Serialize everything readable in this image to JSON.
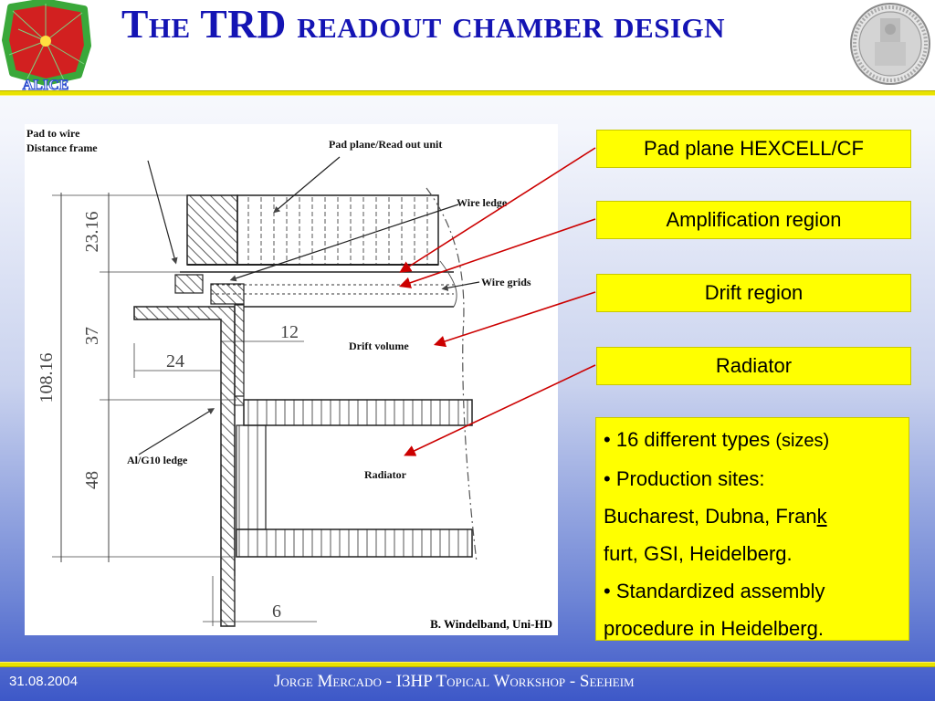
{
  "slide": {
    "title": "The TRD readout chamber design",
    "logo_text": "ALICE",
    "credit": "B. Windelband, Uni-HD"
  },
  "drawing": {
    "labels": {
      "pad_to_wire_1": "Pad to wire",
      "pad_to_wire_2": "Distance frame",
      "pad_plane": "Pad plane/Read out unit",
      "wire_ledge": "Wire ledge",
      "wire_grids": "Wire grids",
      "drift_volume": "Drift volume",
      "al_ledge": "Al/G10 ledge",
      "radiator": "Radiator"
    },
    "dimensions": {
      "d_23_16": "23.16",
      "d_37": "37",
      "d_108_16": "108.16",
      "d_48": "48",
      "d_12": "12",
      "d_24": "24",
      "d_6": "6"
    }
  },
  "callouts": [
    {
      "label": "Pad plane HEXCELL/CF"
    },
    {
      "label": "Amplification region"
    },
    {
      "label": "Drift region"
    },
    {
      "label": "Radiator"
    }
  ],
  "info": {
    "line1_main": "16 different types",
    "line1_small": "(sizes)",
    "line2": "Production sites:",
    "line3_a": "Bucharest, Dubna, Fran",
    "line3_u": "k",
    "line4": "furt, GSI, Heidelberg.",
    "line5": "Standardized assembly",
    "line6": "procedure in Heidelberg.",
    "bullet": "•"
  },
  "footer": {
    "date": "31.08.2004",
    "text": "Jorge Mercado - I3HP Topical Workshop - Seeheim"
  },
  "colors": {
    "title": "#1414b4",
    "accent_yellow": "#ffff00",
    "arrow": "#cc0000"
  }
}
